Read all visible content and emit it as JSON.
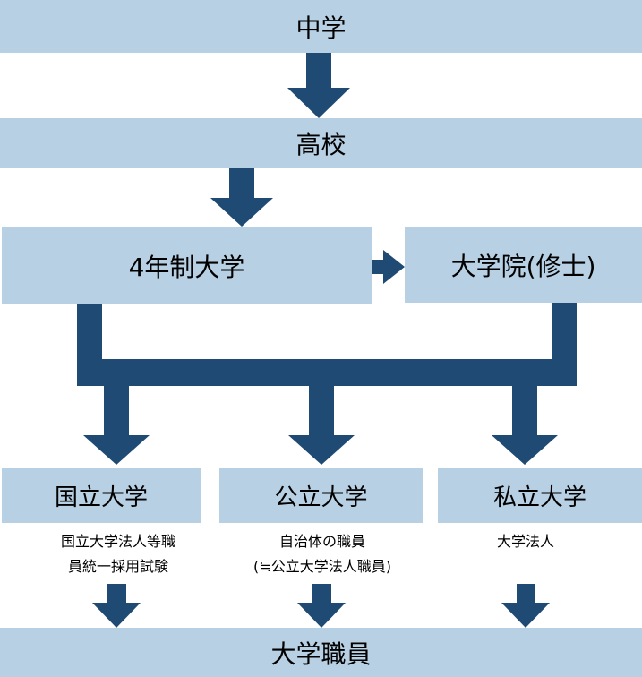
{
  "nodes": {
    "junior_high": "中学",
    "high_school": "高校",
    "university_4yr": "4年制大学",
    "graduate_school": "大学院(修士)",
    "national_univ": "国立大学",
    "public_univ": "公立大学",
    "private_univ": "私立大学",
    "univ_staff": "大学職員"
  },
  "routes": {
    "national_line1": "国立大学法人等職",
    "national_line2": "員統一採用試験",
    "public_line1": "自治体の職員",
    "public_line2": "(≒公立大学法人職員)",
    "private_line1": "大学法人"
  },
  "colors": {
    "box_fill": "#b7d0e3",
    "arrow": "#1f4a73"
  }
}
